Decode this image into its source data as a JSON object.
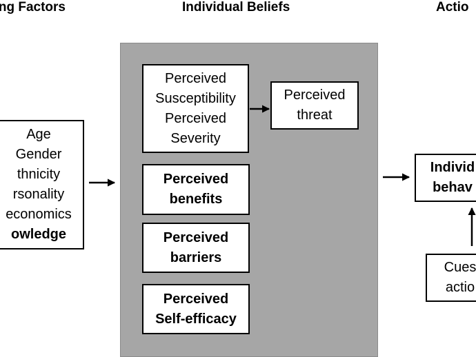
{
  "headings": {
    "left": "ying Factors",
    "middle": "Individual Beliefs",
    "right": "Actio"
  },
  "modifying_factors": {
    "lines": [
      "Age",
      "Gender",
      "thnicity",
      "rsonality",
      "economics",
      "owledge"
    ]
  },
  "beliefs": {
    "susceptibility_lines": [
      "Perceived",
      "Susceptibility",
      "Perceived",
      "Severity"
    ],
    "threat_lines": [
      "Perceived",
      "threat"
    ],
    "benefits_lines": [
      "Perceived",
      "benefits"
    ],
    "barriers_lines": [
      "Perceived",
      "barriers"
    ],
    "self_efficacy_lines": [
      "Perceived",
      "Self-efficacy"
    ]
  },
  "action": {
    "behavior_lines": [
      "Individ",
      "behav"
    ],
    "cues_lines": [
      "Cues",
      "actio"
    ]
  },
  "colors": {
    "panel": "#a6a6a6",
    "box_fill": "#ffffff",
    "stroke": "#000000"
  }
}
